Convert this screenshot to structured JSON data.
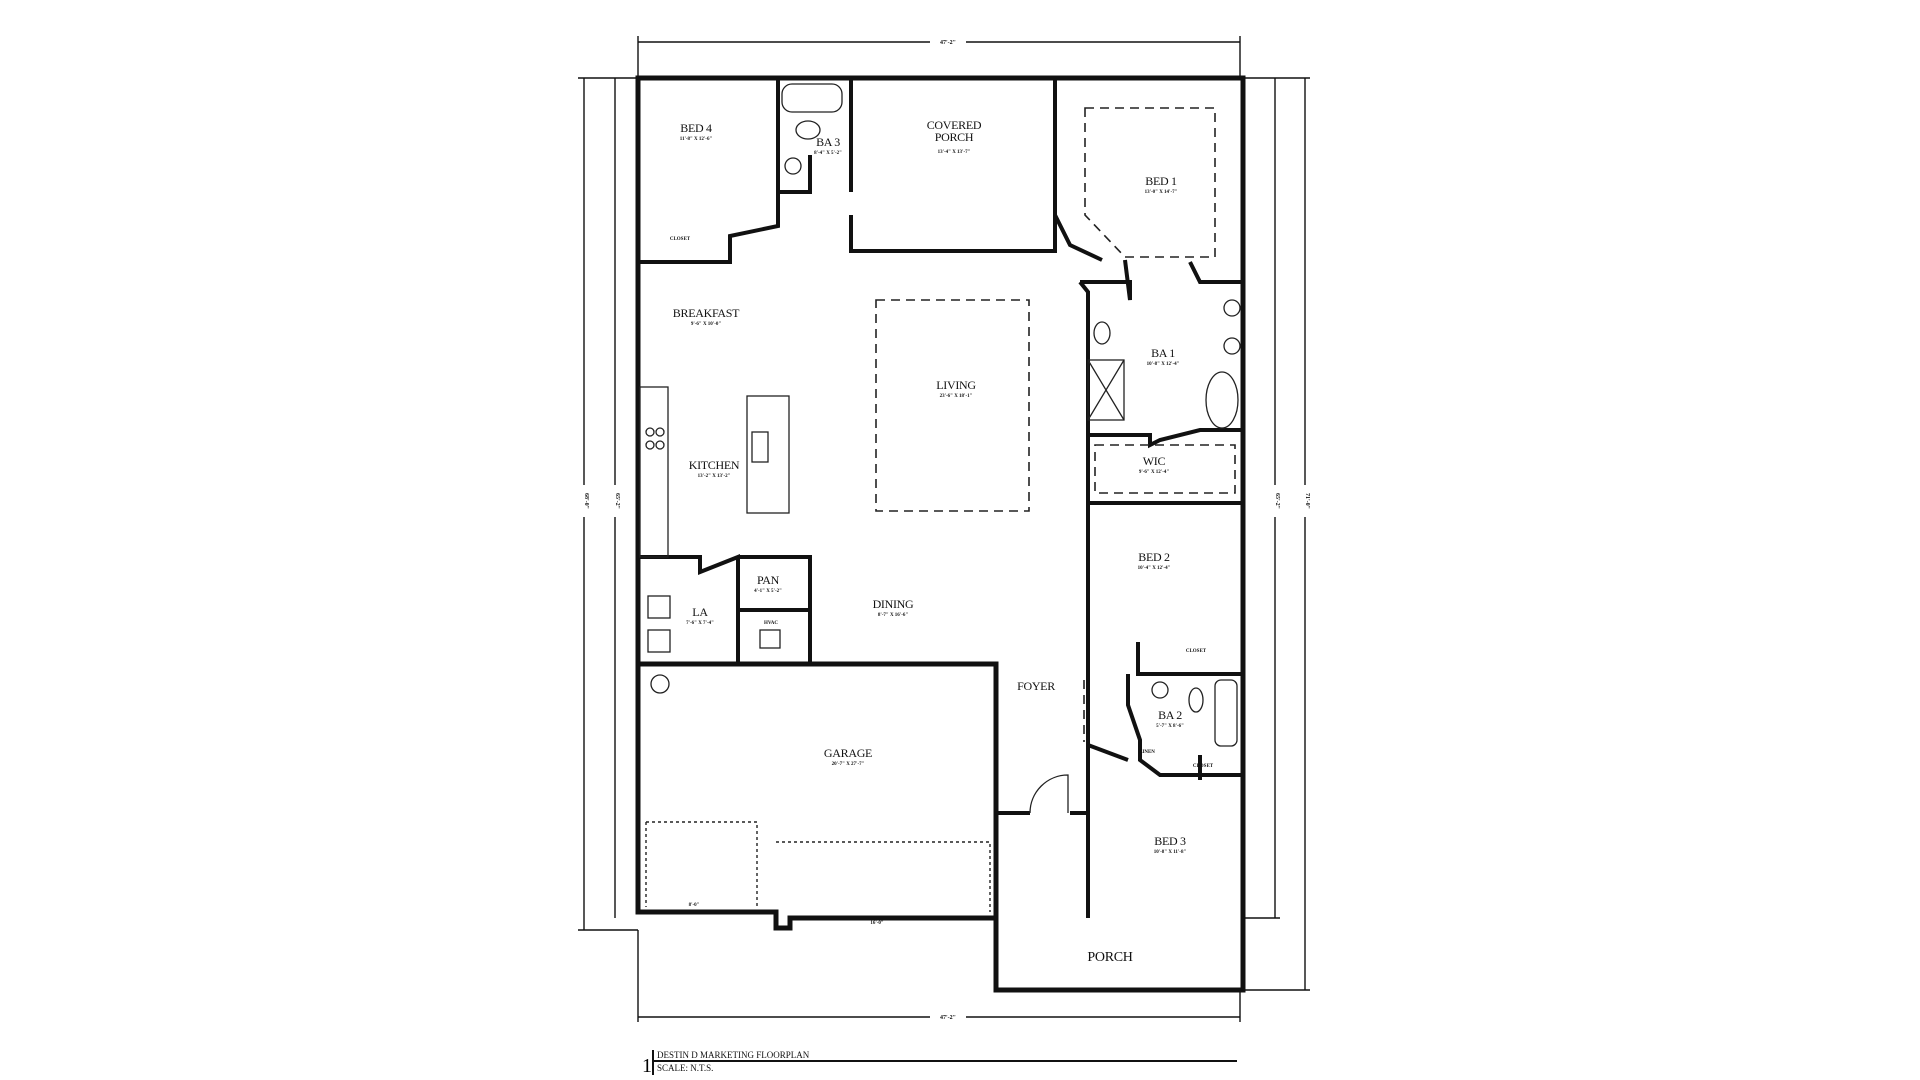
{
  "plan": {
    "title": "DESTIN D MARKETING FLOORPLAN",
    "scale": "SCALE: N.T.S.",
    "sheet_number": "1"
  },
  "dimensions": {
    "top": "47'-2\"",
    "bottom": "47'-2\"",
    "left_outer": "68'-0\"",
    "left_inner": "65'-2\"",
    "right_inner": "65'-2\"",
    "right_outer": "71'-0\""
  },
  "rooms": {
    "bed4": {
      "name": "BED 4",
      "size": "11'-8\" X 12'-6\""
    },
    "ba3": {
      "name": "BA 3",
      "size": "8'-4\" X 5'-2\""
    },
    "covered_porch": {
      "name_line1": "COVERED",
      "name_line2": "PORCH",
      "size": "13'-4\" X 13'-7\""
    },
    "bed1": {
      "name": "BED 1",
      "size": "13'-0\" X 14'-7\""
    },
    "breakfast": {
      "name": "BREAKFAST",
      "size": "9'-6\" X 10'-0\""
    },
    "living": {
      "name": "LIVING",
      "size": "23'-6\" X 18'-1\""
    },
    "kitchen": {
      "name": "KITCHEN",
      "size": "13'-2\" X 13'-2\""
    },
    "ba1": {
      "name": "BA 1",
      "size": "10'-8\" X 12'-4\""
    },
    "wic": {
      "name": "WIC",
      "size": "9'-6\" X 12'-4\""
    },
    "bed2": {
      "name": "BED 2",
      "size": "10'-4\" X 12'-4\""
    },
    "pan": {
      "name": "PAN",
      "size": "4'-1\" X 5'-2\""
    },
    "la": {
      "name": "LA",
      "size": "7'-6\" X 7'-4\""
    },
    "hvac": {
      "name": "HVAC"
    },
    "dining": {
      "name": "DINING",
      "size": "8'-7\" X 16'-6\""
    },
    "foyer": {
      "name": "FOYER"
    },
    "garage": {
      "name": "GARAGE",
      "size": "20'-7\" X 27'-7\"",
      "door_small": "8'-0\"",
      "door_large": "16'-0\""
    },
    "ba2": {
      "name": "BA 2",
      "size": "5'-7\" X 8'-6\""
    },
    "linen": {
      "name": "LINEN"
    },
    "bed3": {
      "name": "BED 3",
      "size": "10'-8\" X 11'-8\""
    },
    "porch": {
      "name": "PORCH"
    },
    "closet_bed4": {
      "name": "CLOSET"
    },
    "closet_bed2": {
      "name": "CLOSET"
    },
    "closet_bed3": {
      "name": "CLOSET"
    }
  }
}
